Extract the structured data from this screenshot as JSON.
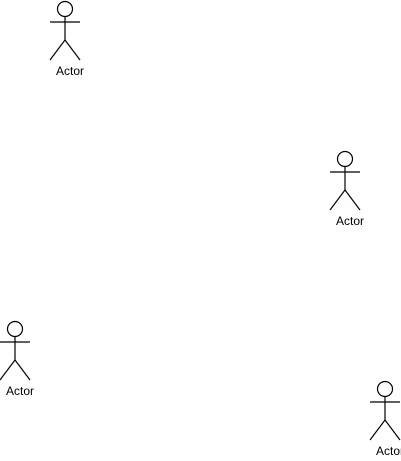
{
  "diagram": {
    "actors": [
      {
        "label": "Actor"
      },
      {
        "label": "Actor"
      },
      {
        "label": "Actor"
      },
      {
        "label": "Actor"
      }
    ],
    "stroke_color": "#000000",
    "background_color": "#ffffff",
    "icon": "stick-figure-actor-icon"
  }
}
